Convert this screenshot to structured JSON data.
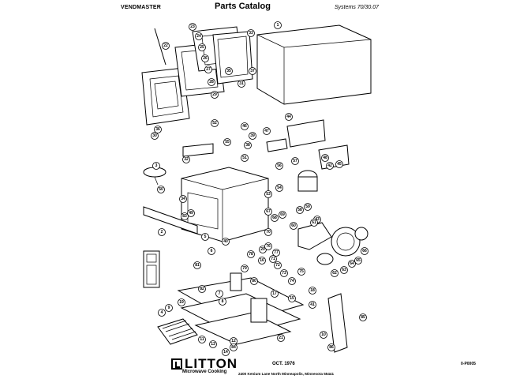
{
  "header": {
    "brand": "VENDMASTER",
    "title": "Parts Catalog",
    "systems": "Systems 70/30.07"
  },
  "footer": {
    "logo": "LITTON",
    "logo_sub": "Microwave Cooking",
    "date": "OCT. 1976",
    "address": "2400 Kenium Lane North   Minneapolis, Minnesota 55441",
    "code": "0-P0005"
  },
  "callouts": [
    "1",
    "2",
    "3",
    "4",
    "5",
    "6",
    "7",
    "8",
    "9",
    "10",
    "11",
    "12",
    "13",
    "14",
    "15",
    "16",
    "17",
    "18",
    "19",
    "20",
    "21",
    "22",
    "23",
    "24",
    "25",
    "26",
    "27",
    "28",
    "29",
    "30",
    "31",
    "32",
    "33",
    "34",
    "35",
    "36",
    "37",
    "38",
    "39",
    "40",
    "41",
    "42",
    "43",
    "44",
    "45",
    "46",
    "47",
    "48",
    "49",
    "50",
    "51",
    "52",
    "53",
    "54",
    "55",
    "56",
    "57",
    "58",
    "59",
    "60",
    "61",
    "62",
    "63",
    "64",
    "65",
    "66",
    "67",
    "68",
    "69",
    "70",
    "71",
    "72",
    "73",
    "74",
    "75",
    "76",
    "77",
    "78",
    "79",
    "80",
    "81",
    "82",
    "83",
    "84",
    "85",
    "86"
  ]
}
